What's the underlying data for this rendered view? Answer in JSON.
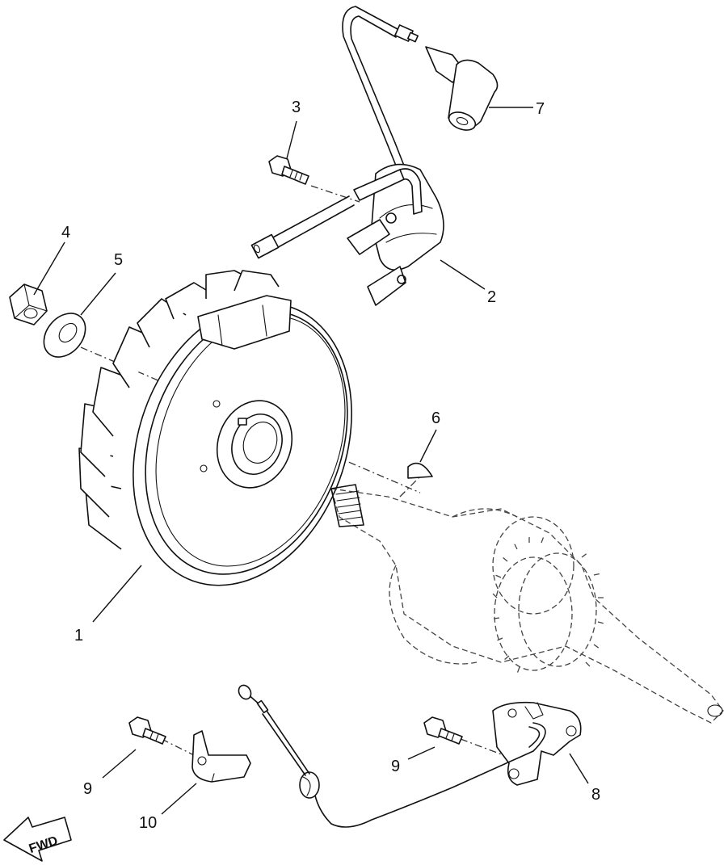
{
  "callouts": [
    {
      "id": "1",
      "label": "1"
    },
    {
      "id": "2",
      "label": "2"
    },
    {
      "id": "3",
      "label": "3"
    },
    {
      "id": "4",
      "label": "4"
    },
    {
      "id": "5",
      "label": "5"
    },
    {
      "id": "6",
      "label": "6"
    },
    {
      "id": "7",
      "label": "7"
    },
    {
      "id": "8",
      "label": "8"
    },
    {
      "id": "9a",
      "label": "9"
    },
    {
      "id": "9b",
      "label": "9"
    },
    {
      "id": "10",
      "label": "10"
    }
  ],
  "direction_marker": {
    "label": "FWD"
  }
}
